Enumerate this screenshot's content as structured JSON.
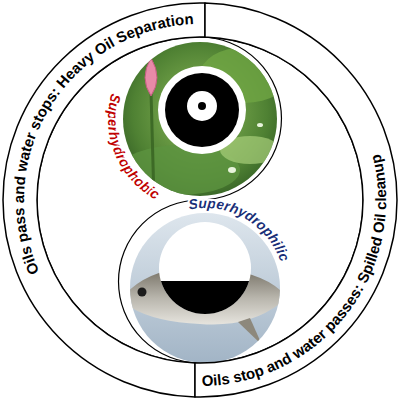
{
  "diagram": {
    "nodes": [
      {
        "text": [
          "Oils pass and water stops: Heavy Oil Separation"
        ]
      },
      {
        "text": [
          "Oils stop and water passes: Spilled Oil cleanup"
        ]
      },
      {
        "text": [
          "Superhydrophobic"
        ]
      },
      {
        "text": [
          "Superhydrophilic"
        ]
      }
    ]
  }
}
